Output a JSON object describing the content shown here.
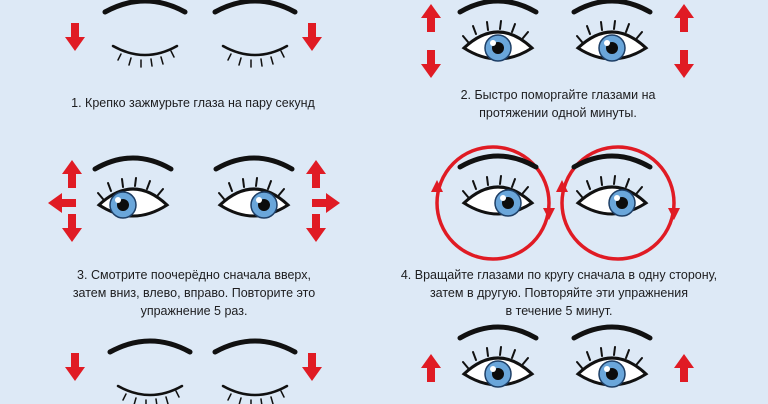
{
  "colors": {
    "background": "#dde9f6",
    "arrow": "#e01b24",
    "iris": "#6aa6da",
    "text": "#1d1d1f"
  },
  "steps": [
    {
      "number": 1,
      "lines": [
        "1. Крепко зажмурьте глаза на пару секунд"
      ],
      "eye_state": "closed",
      "arrows": "down"
    },
    {
      "number": 2,
      "lines": [
        "2. Быстро поморгайте глазами на",
        "протяжении одной минуты."
      ],
      "eye_state": "open",
      "arrows": "up-down"
    },
    {
      "number": 3,
      "lines": [
        "3. Смотрите поочерёдно сначала вверх,",
        "затем вниз, влево, вправо. Повторите это",
        "упражнение 5 раз."
      ],
      "eye_state": "open-looking-left",
      "arrows": "four-directions"
    },
    {
      "number": 4,
      "lines": [
        "4. Вращайте глазами по кругу сначала в одну сторону,",
        "затем в другую. Повторяйте эти упражнения",
        "в течение 5 минут."
      ],
      "eye_state": "open-rotating",
      "arrows": "circular"
    }
  ],
  "partial_row": {
    "left_eye_state": "closed",
    "right_eye_state": "open",
    "left_arrows": "down",
    "right_arrows": "up"
  }
}
